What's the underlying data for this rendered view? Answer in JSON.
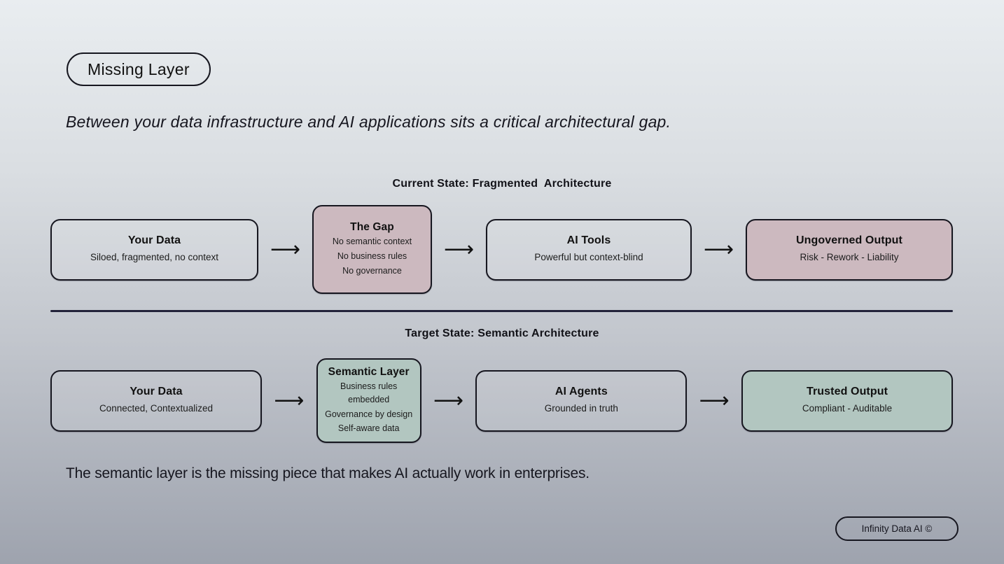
{
  "title": "Missing Layer",
  "subtitle": "Between your data infrastructure and AI applications sits a critical architectural gap.",
  "rows": [
    {
      "header": "Current State: Fragmented  Architecture",
      "boxes": [
        {
          "title": "Your Data",
          "lines": [
            "Siloed, fragmented, no context"
          ],
          "variant": "plain"
        },
        {
          "title": "The Gap",
          "lines": [
            "No semantic context",
            "No business rules",
            "No governance"
          ],
          "variant": "pink"
        },
        {
          "title": "AI Tools",
          "lines": [
            "Powerful but context-blind"
          ],
          "variant": "plain"
        },
        {
          "title": "Ungoverned Output",
          "lines": [
            "Risk - Rework - Liability"
          ],
          "variant": "pink"
        }
      ]
    },
    {
      "header": "Target State: Semantic Architecture",
      "boxes": [
        {
          "title": "Your Data",
          "lines": [
            "Connected, Contextualized"
          ],
          "variant": "plain"
        },
        {
          "title": "Semantic Layer",
          "lines": [
            "Business rules embedded",
            "Governance by design",
            "Self-aware data"
          ],
          "variant": "green"
        },
        {
          "title": "AI Agents",
          "lines": [
            "Grounded in truth"
          ],
          "variant": "plain"
        },
        {
          "title": "Trusted Output",
          "lines": [
            "Compliant - Auditable"
          ],
          "variant": "green"
        }
      ]
    }
  ],
  "footer_note": "The semantic layer is the missing piece that makes AI actually work in enterprises.",
  "badge": "Infinity Data AI ©",
  "icons": {
    "arrow_right": "⟶"
  },
  "colors": {
    "background_top": "#e9edf0",
    "background_bottom": "#9ea3ae",
    "negative_box": "#ccb9bf",
    "positive_box": "#b2c6c0",
    "border": "#16161f",
    "divider": "#23233a"
  }
}
